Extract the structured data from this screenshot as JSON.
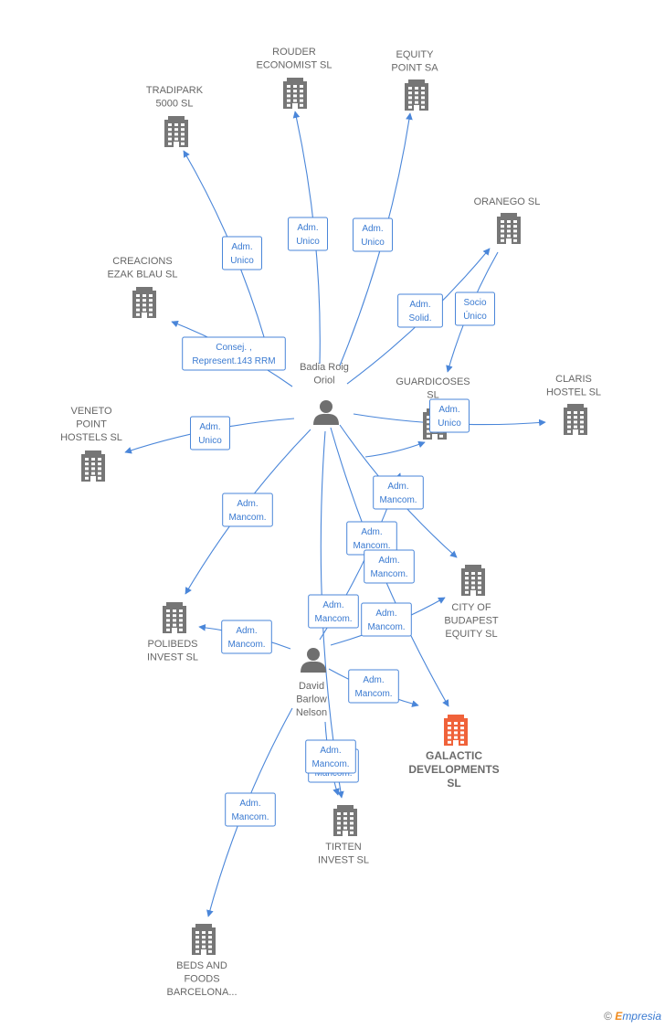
{
  "colors": {
    "company": "#767676",
    "highlight": "#f0623a",
    "person": "#6f6f6f",
    "edge": "#4a86d9"
  },
  "nodes": [
    {
      "id": "rouder",
      "type": "company",
      "label": [
        "ROUDER",
        "ECONOMIST SL"
      ]
    },
    {
      "id": "equity_point",
      "type": "company",
      "label": [
        "EQUITY",
        "POINT SA"
      ]
    },
    {
      "id": "tradipark",
      "type": "company",
      "label": [
        "TRADIPARK",
        "5000  SL"
      ]
    },
    {
      "id": "oranego",
      "type": "company",
      "label": [
        "ORANEGO SL"
      ]
    },
    {
      "id": "creacions",
      "type": "company",
      "label": [
        "CREACIONS",
        "EZAK BLAU SL"
      ]
    },
    {
      "id": "guardicoses",
      "type": "company",
      "label": [
        "GUARDICOSES",
        "SL"
      ]
    },
    {
      "id": "claris",
      "type": "company",
      "label": [
        "CLARIS",
        "HOSTEL SL"
      ]
    },
    {
      "id": "veneto",
      "type": "company",
      "label": [
        "VENETO",
        "POINT",
        "HOSTELS  SL"
      ]
    },
    {
      "id": "city_budapest",
      "type": "company",
      "label": [
        "CITY OF",
        "BUDAPEST",
        "EQUITY  SL"
      ]
    },
    {
      "id": "polibeds",
      "type": "company",
      "label": [
        "POLIBEDS",
        "INVEST  SL"
      ]
    },
    {
      "id": "galactic",
      "type": "highlight",
      "label": [
        "GALACTIC",
        "DEVELOPMENTS",
        "SL"
      ]
    },
    {
      "id": "tirten",
      "type": "company",
      "label": [
        "TIRTEN",
        "INVEST  SL"
      ]
    },
    {
      "id": "beds_foods",
      "type": "company",
      "label": [
        "BEDS AND",
        "FOODS",
        "BARCELONA..."
      ]
    },
    {
      "id": "badia",
      "type": "person",
      "label": [
        "Badia Roig",
        "Oriol"
      ]
    },
    {
      "id": "david",
      "type": "person",
      "label": [
        "David",
        "Barlow",
        "Nelson"
      ]
    }
  ],
  "edges": [
    {
      "from": "badia",
      "to": "tradipark",
      "label": [
        "Adm.",
        "Unico"
      ]
    },
    {
      "from": "badia",
      "to": "rouder",
      "label": [
        "Adm.",
        "Unico"
      ]
    },
    {
      "from": "badia",
      "to": "equity_point",
      "label": [
        "Adm.",
        "Unico"
      ]
    },
    {
      "from": "badia",
      "to": "oranego",
      "label": [
        "Adm.",
        "Solid."
      ]
    },
    {
      "from": "oranego",
      "to": "guardicoses",
      "label": [
        "Socio",
        "Único"
      ]
    },
    {
      "from": "badia",
      "to": "creacions",
      "label": [
        "Consej. ,",
        "Represent.143 RRM"
      ]
    },
    {
      "from": "badia",
      "to": "claris",
      "label": [
        "Adm.",
        "Unico"
      ]
    },
    {
      "from": "badia",
      "to": "veneto",
      "label": [
        "Adm.",
        "Unico"
      ]
    },
    {
      "from": "badia",
      "to": "polibeds",
      "label": [
        "Adm.",
        "Mancom."
      ]
    },
    {
      "from": "badia",
      "to": "guardicoses",
      "label": [
        "Adm.",
        "Mancom."
      ]
    },
    {
      "from": "badia",
      "to": "city_budapest",
      "label": [
        "Adm.",
        "Mancom."
      ]
    },
    {
      "from": "badia",
      "to": "galactic",
      "label": [
        "Adm.",
        "Mancom."
      ]
    },
    {
      "from": "badia",
      "to": "tirten",
      "label": [
        "Adm.",
        "Mancom."
      ]
    },
    {
      "from": "david",
      "to": "guardicoses",
      "label": [
        "Adm.",
        "Mancom."
      ]
    },
    {
      "from": "david",
      "to": "city_budapest",
      "label": [
        "Adm.",
        "Mancom."
      ]
    },
    {
      "from": "david",
      "to": "polibeds",
      "label": [
        "Adm.",
        "Mancom."
      ]
    },
    {
      "from": "david",
      "to": "galactic",
      "label": [
        "Adm.",
        "Mancom."
      ]
    },
    {
      "from": "david",
      "to": "tirten",
      "label": [
        "Adm.",
        "Mancom."
      ]
    },
    {
      "from": "david",
      "to": "beds_foods",
      "label": [
        "Adm.",
        "Mancom."
      ]
    }
  ],
  "watermark": {
    "symbol": "©",
    "brand_initial": "E",
    "brand_rest": "mpresia"
  }
}
